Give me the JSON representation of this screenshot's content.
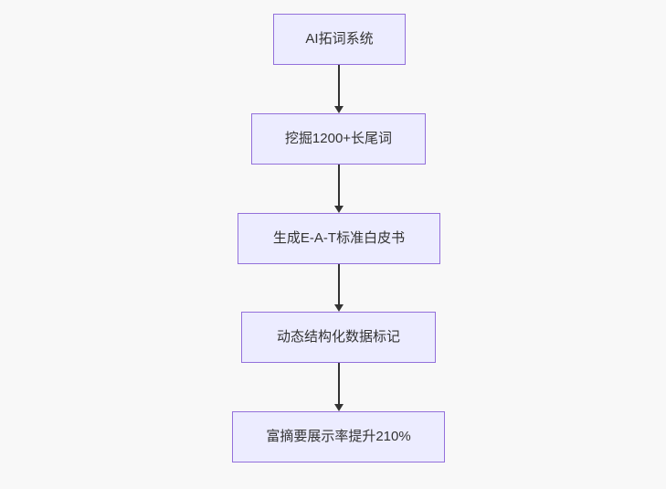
{
  "diagram": {
    "type": "flowchart",
    "direction": "top-down",
    "nodes": [
      {
        "id": "n1",
        "label": "AI拓词系统"
      },
      {
        "id": "n2",
        "label": "挖掘1200+长尾词"
      },
      {
        "id": "n3",
        "label": "生成E-A-T标准白皮书"
      },
      {
        "id": "n4",
        "label": "动态结构化数据标记"
      },
      {
        "id": "n5",
        "label": "富摘要展示率提升210%"
      }
    ],
    "edges": [
      {
        "from": "n1",
        "to": "n2"
      },
      {
        "from": "n2",
        "to": "n3"
      },
      {
        "from": "n3",
        "to": "n4"
      },
      {
        "from": "n4",
        "to": "n5"
      }
    ],
    "colors": {
      "background": "#F8F8F8",
      "node_fill": "#ECECFF",
      "node_border": "#9370DB",
      "edge": "#333333",
      "text": "#333333"
    }
  }
}
